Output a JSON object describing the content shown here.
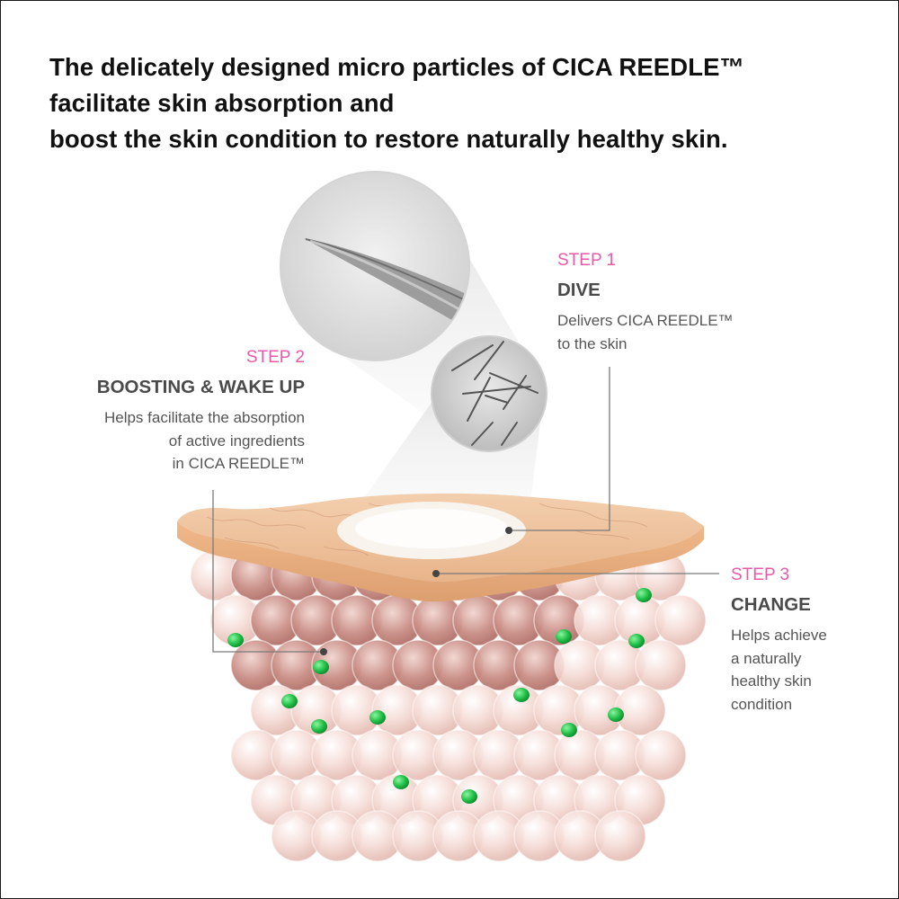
{
  "headline": {
    "line1": "The delicately designed micro particles of CICA REEDLE™",
    "line2": "facilitate skin absorption and",
    "line3": "boost the skin condition to restore naturally healthy skin."
  },
  "steps": [
    {
      "number": "STEP 1",
      "title": "DIVE",
      "description": [
        "Delivers CICA REEDLE™",
        "to the skin"
      ]
    },
    {
      "number": "STEP 2",
      "title": "BOOSTING & WAKE UP",
      "description": [
        "Helps facilitate the absorption",
        "of active ingredients",
        "in CICA REEDLE™"
      ]
    },
    {
      "number": "STEP 3",
      "title": "CHANGE",
      "description": [
        "Helps achieve",
        "a naturally",
        "healthy skin",
        "condition"
      ]
    }
  ],
  "colors": {
    "accent": "#e85aa9",
    "heading": "#111111",
    "step_title": "#4a4a4a",
    "body_text": "#555555",
    "leader_line": "#7a7a7a",
    "skin": "#efc29a",
    "cell": "#d9a39a",
    "ingredient_dot": "#22c04a"
  },
  "illustration": {
    "needle_closeup": "needle-tip-magnified",
    "needles_closeup": "micro-needles-magnified",
    "skin_block": "skin-layer-cross-section"
  }
}
